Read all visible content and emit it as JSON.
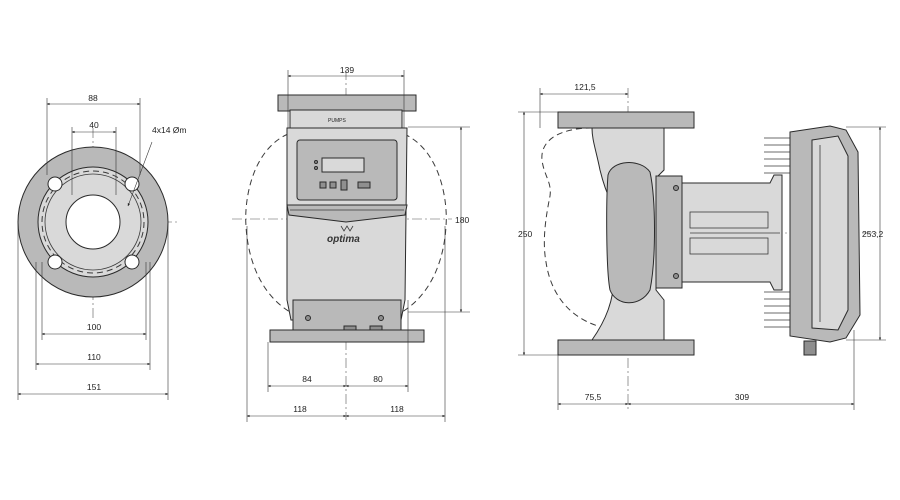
{
  "front_view": {
    "dims": {
      "d88": "88",
      "d40": "40",
      "holes": "4x14 Øm",
      "d100": "100",
      "d110": "110",
      "d151": "151"
    }
  },
  "side_view": {
    "dims": {
      "d139": "139",
      "d180": "180",
      "d84": "84",
      "d80": "80",
      "d118_left": "118",
      "d118_right": "118"
    },
    "brand_logo": "optima",
    "header_text": "PUMPS"
  },
  "profile_view": {
    "dims": {
      "d121_5": "121,5",
      "d250": "250",
      "d253_2": "253,2",
      "d75_5": "75,5",
      "d309": "309"
    }
  }
}
